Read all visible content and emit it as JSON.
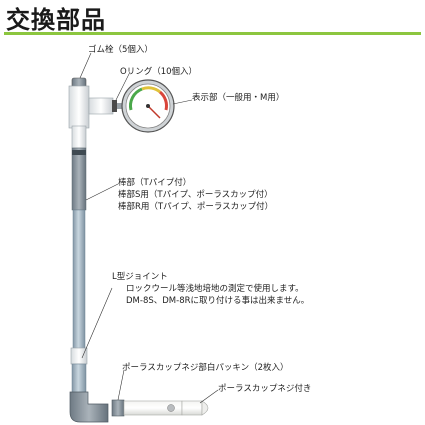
{
  "title": "交換部品",
  "labels": {
    "rubber_plug": "ゴム栓（5個入）",
    "o_ring": "Oリング（10個入）",
    "display": "表示部（一般用・M用）",
    "rod": {
      "line1": "棒部（Tパイプ付）",
      "line2": "棒部S用（Tパイプ、ポーラスカップ付）",
      "line3": "棒部R用（Tパイプ、ポーラスカップ付）"
    },
    "l_joint": {
      "line1": "L型ジョイント",
      "line2": "ロックウール等浅地培地の測定で使用します。",
      "line3": "DM-8S、DM-8Rに取り付ける事は出来ません。"
    },
    "porous_packing": "ポーラスカップネジ部白パッキン（2枚入）",
    "porous_screw": "ポーラスカップネジ付き"
  },
  "colors": {
    "accent": "#8cc63f",
    "pipe": "#a9bcc9",
    "pipe_dark": "#7f95a5"
  }
}
